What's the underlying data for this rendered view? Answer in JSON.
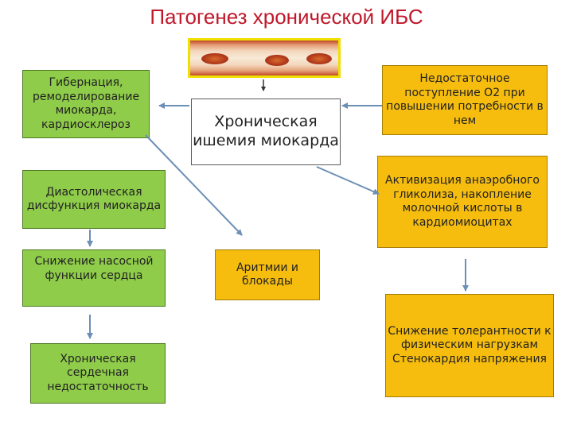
{
  "title": "Патогенез хронической ИБС",
  "colors": {
    "title": "#c0182a",
    "green_box": "#8fcc4a",
    "yellow_box": "#f6bd0f",
    "arrow": "#6c8fb5"
  },
  "center": {
    "ischemia": "Хроническая ишемия миокарда",
    "arrhythmia": "Аритмии и блокады"
  },
  "left": {
    "hibernation": "Гибернация, ремоделирование миокарда, кардиосклероз",
    "diastolic": "Диастолическая дисфункция миокарда",
    "pump": "Снижение насосной функции сердца",
    "failure": "Хроническая сердечная недостаточность"
  },
  "right": {
    "oxygen": "Недостаточное поступление О2 при повышении потребности в нем",
    "glycolysis": "Активизация анаэробного гликолиза, накопление молочной кислоты в кардиомиоцитах",
    "tolerance": "Снижение толерантности к физическим нагрузкам Стенокардия напряжения"
  }
}
